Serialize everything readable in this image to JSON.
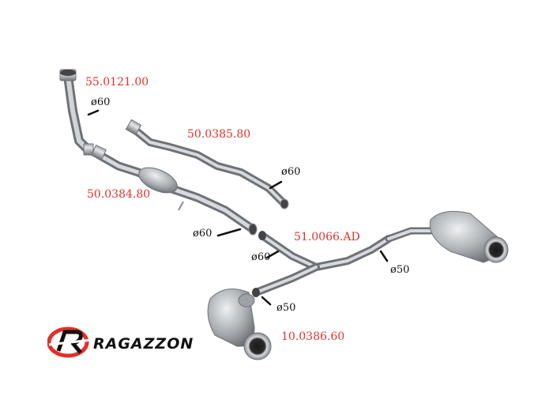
{
  "parts": {
    "downpipe_code": "55.0121.00",
    "front_pipe_code": "50.0384.80",
    "second_pipe_code": "50.0385.80",
    "y_pipe_code": "51.0066.AD",
    "rear_silencer_code": "10.0386.60"
  },
  "dimensions": {
    "d1": "ø60",
    "d2": "ø60",
    "d3": "ø60",
    "d4": "ø60",
    "d5": "ø50",
    "d6": "ø50"
  },
  "brand": {
    "name": "RAGAZZON",
    "accent_color": "#e0322a",
    "logo_icon": "ragazzon-r-logo-icon"
  },
  "colors": {
    "steel_dark": "#7d8185",
    "steel_light": "#d9dcdf"
  }
}
